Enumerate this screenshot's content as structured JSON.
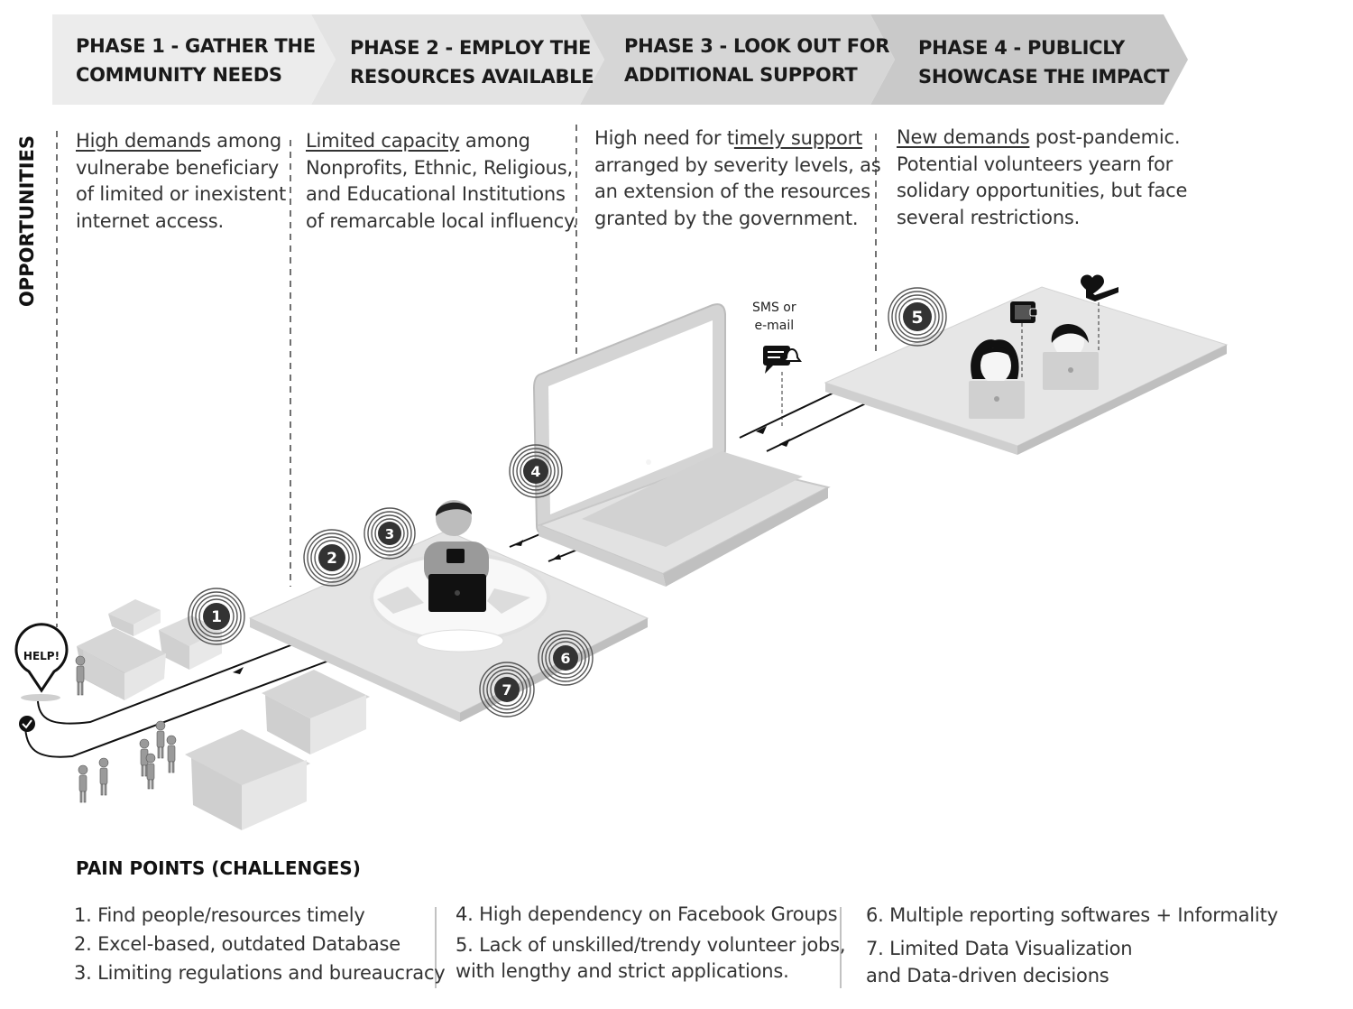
{
  "phases": [
    {
      "line1": "PHASE 1 - GATHER THE",
      "line2": "COMMUNITY NEEDS"
    },
    {
      "line1": "PHASE 2  - EMPLOY THE",
      "line2": "RESOURCES AVAILABLE"
    },
    {
      "line1": "PHASE 3 - LOOK OUT FOR",
      "line2": "ADDITIONAL SUPPORT"
    },
    {
      "line1": "PHASE 4 - PUBLICLY",
      "line2": "SHOWCASE THE IMPACT"
    }
  ],
  "opportunities_label": "OPPORTUNITIES",
  "opportunities": [
    {
      "u": "High demand",
      "l1rest": "s among",
      "l2": "vulnerabe beneficiary",
      "l3": "of limited or inexistent",
      "l4": "internet access."
    },
    {
      "u": "Limited capacity",
      "l1rest": " among",
      "l2": "Nonprofits, Ethnic, Religious,",
      "l3": "and Educational Institutions",
      "l4": "of remarcable local influency."
    },
    {
      "pre": "High need for t",
      "u": "imely support",
      "l2": "arranged by severity levels, as",
      "l3": "an extension of the resources",
      "l4": "granted by the government."
    },
    {
      "u": "New demands",
      "l1rest": " post-pandemic.",
      "l2": "Potential volunteers yearn for",
      "l3": "solidary opportunities, but face",
      "l4": "several restrictions."
    }
  ],
  "help_label": "HELP!",
  "sms_line1": "SMS or",
  "sms_line2": "e-mail",
  "markers": [
    "1",
    "2",
    "3",
    "4",
    "5",
    "6",
    "7"
  ],
  "pain_points_title": "PAIN POINTS (CHALLENGES)",
  "pain_points": {
    "col1": [
      "1. Find people/resources timely",
      "2. Excel-based, outdated Database",
      "3. Limiting regulations and bureaucracy"
    ],
    "col2": [
      "4. High dependency on Facebook Groups",
      "5. Lack of unskilled/trendy volunteer jobs,",
      "with lengthy and strict applications."
    ],
    "col3": [
      "6. Multiple reporting softwares + Informality",
      "7. Limited Data Visualization",
      "and Data-driven decisions"
    ]
  }
}
